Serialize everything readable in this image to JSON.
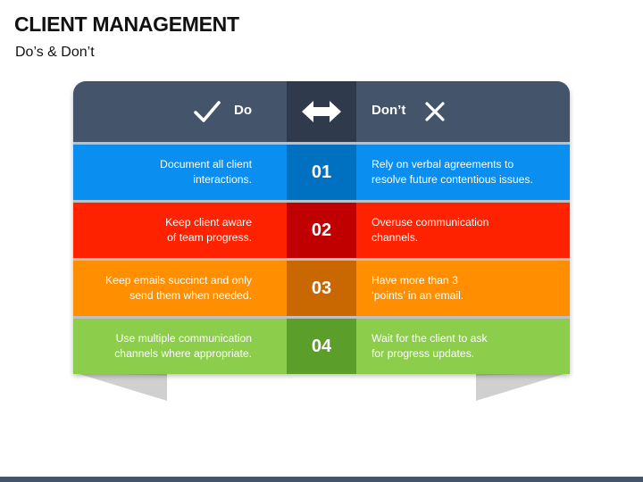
{
  "title": "CLIENT MANAGEMENT",
  "subtitle": "Do’s & Don’t",
  "header": {
    "do_label": "Do",
    "dont_label": "Don’t",
    "do_icon": "check-icon",
    "center_icon": "double-arrow-icon",
    "dont_icon": "x-icon",
    "color": "#44546a",
    "center_color": "#2f3b4c"
  },
  "rows": [
    {
      "number": "01",
      "do": "Document all client\ninteractions.",
      "dont": "Rely on verbal agreements to\nresolve future contentious issues.",
      "color": "#0a8ff0",
      "center_color": "#0070c0"
    },
    {
      "number": "02",
      "do": "Keep client aware\nof team progress.",
      "dont": "Overuse communication\nchannels.",
      "color": "#ff2200",
      "center_color": "#c00000"
    },
    {
      "number": "03",
      "do": "Keep emails succinct and only\nsend them when needed.",
      "dont": "Have more than 3\n‘points’ in an email.",
      "color": "#ff8f00",
      "center_color": "#c96800"
    },
    {
      "number": "04",
      "do": "Use multiple communication\nchannels where appropriate.",
      "dont": "Wait for the client to ask\nfor progress updates.",
      "color": "#8ccd4c",
      "center_color": "#5c9e2a"
    }
  ]
}
